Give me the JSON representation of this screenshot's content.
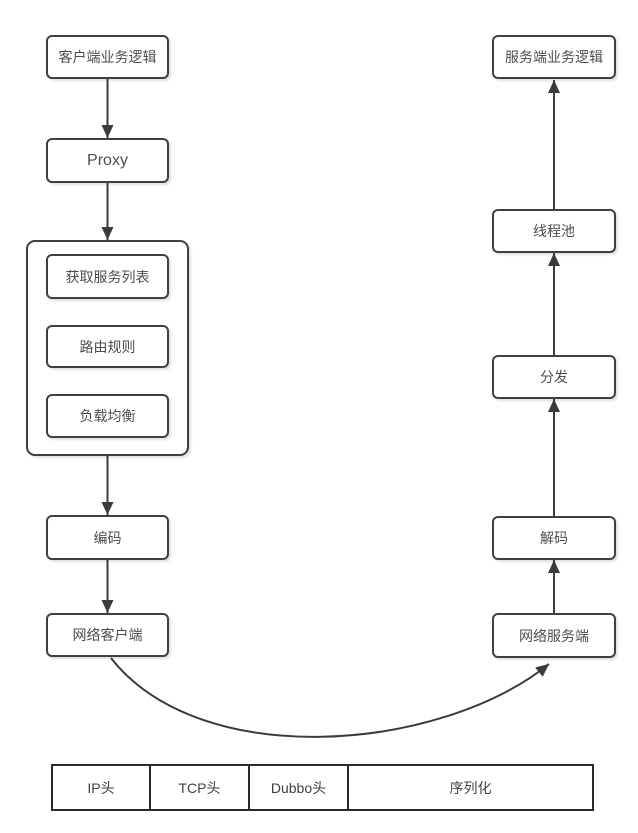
{
  "nodes": {
    "client_logic": "客户端业务逻辑",
    "proxy": "Proxy",
    "get_service_list": "获取服务列表",
    "routing_rules": "路由规则",
    "load_balance": "负载均衡",
    "encode": "编码",
    "network_client": "网络客户端",
    "server_logic": "服务端业务逻辑",
    "thread_pool": "线程池",
    "dispatch": "分发",
    "decode": "解码",
    "network_server": "网络服务端"
  },
  "packet_table": {
    "cells": [
      "IP头",
      "TCP头",
      "Dubbo头",
      "序列化"
    ]
  },
  "colors": {
    "background": "#ffffff",
    "node_border": "#404040",
    "node_fill": "#ffffff",
    "arrow": "#3b3b3b",
    "text": "#4d4d4d",
    "table_border": "#2b2b2b"
  }
}
